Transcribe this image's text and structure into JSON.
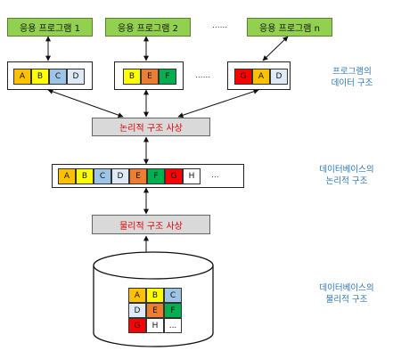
{
  "programs": [
    {
      "name": "응용 프로그램 1"
    },
    {
      "name": "응용 프로그램 2"
    },
    {
      "name": "응용 프로그램 n"
    }
  ],
  "programs_ellipsis": "......",
  "program_records": [
    {
      "cells": [
        {
          "t": "A",
          "c": "#ffc000"
        },
        {
          "t": "B",
          "c": "#ffff00"
        },
        {
          "t": "C",
          "c": "#9dc3e6"
        },
        {
          "t": "D",
          "c": "#deebf7"
        }
      ]
    },
    {
      "cells": [
        {
          "t": "B",
          "c": "#ffff00"
        },
        {
          "t": "E",
          "c": "#ed7d31"
        },
        {
          "t": "F",
          "c": "#00b050"
        }
      ]
    },
    {
      "cells": [
        {
          "t": "G",
          "c": "#ff0000"
        },
        {
          "t": "A",
          "c": "#ffc000"
        },
        {
          "t": "D",
          "c": "#deebf7"
        }
      ]
    }
  ],
  "records_ellipsis": "......",
  "logical_mapping": "논리적 구조 사상",
  "logical_structure": {
    "cells": [
      {
        "t": "A",
        "c": "#ffc000"
      },
      {
        "t": "B",
        "c": "#ffff00"
      },
      {
        "t": "C",
        "c": "#9dc3e6"
      },
      {
        "t": "D",
        "c": "#deebf7"
      },
      {
        "t": "E",
        "c": "#ed7d31"
      },
      {
        "t": "F",
        "c": "#00b050"
      },
      {
        "t": "G",
        "c": "#ff0000"
      },
      {
        "t": "H",
        "c": "#ffffff"
      }
    ],
    "ellipsis": "..."
  },
  "physical_mapping": "물리적 구조 사상",
  "physical_storage": {
    "cells": [
      {
        "t": "A",
        "c": "#ffc000"
      },
      {
        "t": "B",
        "c": "#ffff00"
      },
      {
        "t": "C",
        "c": "#9dc3e6"
      },
      {
        "t": "D",
        "c": "#deebf7"
      },
      {
        "t": "E",
        "c": "#ed7d31"
      },
      {
        "t": "F",
        "c": "#00b050"
      },
      {
        "t": "G",
        "c": "#ff0000"
      },
      {
        "t": "H",
        "c": "#ffffff"
      },
      {
        "t": "...",
        "c": "#ffffff"
      }
    ]
  },
  "labels": {
    "program_data": [
      "프로그램의",
      "데이터 구조"
    ],
    "db_logical": [
      "데이터베이스의",
      "논리적 구조"
    ],
    "db_physical": [
      "데이터베이스의",
      "물리적 구조"
    ]
  }
}
